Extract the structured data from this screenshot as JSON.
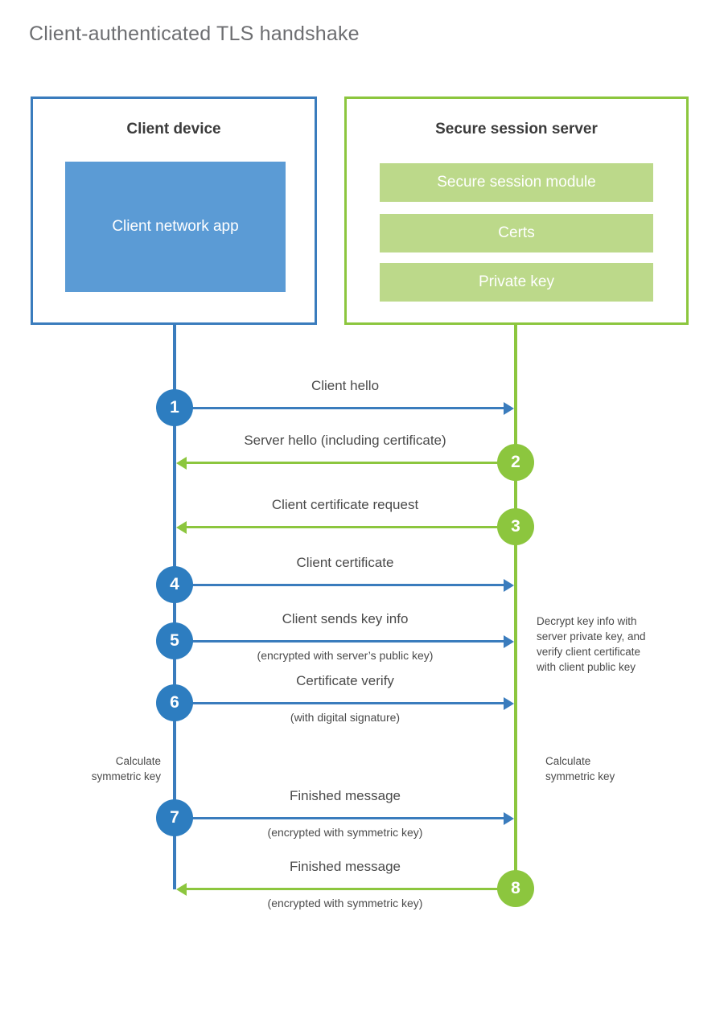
{
  "page": {
    "title": "Client-authenticated TLS handshake"
  },
  "colors": {
    "client_accent": "#3a7cbd",
    "client_circle": "#2d7dc0",
    "client_app_fill": "#5b9bd5",
    "server_accent": "#8cc63e",
    "server_module_fill": "#bcd98a",
    "title_text": "#6d6e71",
    "body_text": "#4a4a4a"
  },
  "client": {
    "title": "Client device",
    "app_label": "Client network app"
  },
  "server": {
    "title": "Secure session server",
    "modules": [
      {
        "label": "Secure session module"
      },
      {
        "label": "Certs"
      },
      {
        "label": "Private key"
      }
    ]
  },
  "notes": {
    "decrypt": "Decrypt key info with\nserver private key, and\nverify client certificate\nwith client public key",
    "calculate_client": "Calculate\nsymmetric key",
    "calculate_server": "Calculate\nsymmetric key"
  },
  "steps": [
    {
      "number": "1",
      "label": "Client hello",
      "sublabel": "",
      "from": "client",
      "to": "server",
      "color": "blue"
    },
    {
      "number": "2",
      "label": "Server hello (including certificate)",
      "sublabel": "",
      "from": "server",
      "to": "client",
      "color": "green"
    },
    {
      "number": "3",
      "label": "Client certificate request",
      "sublabel": "",
      "from": "server",
      "to": "client",
      "color": "green"
    },
    {
      "number": "4",
      "label": "Client certificate",
      "sublabel": "",
      "from": "client",
      "to": "server",
      "color": "blue"
    },
    {
      "number": "5",
      "label": "Client sends key info",
      "sublabel": "(encrypted with server’s public key)",
      "from": "client",
      "to": "server",
      "color": "blue"
    },
    {
      "number": "6",
      "label": "Certificate verify",
      "sublabel": "(with digital signature)",
      "from": "client",
      "to": "server",
      "color": "blue"
    },
    {
      "number": "7",
      "label": "Finished message",
      "sublabel": "(encrypted with symmetric key)",
      "from": "client",
      "to": "server",
      "color": "blue"
    },
    {
      "number": "8",
      "label": "Finished message",
      "sublabel": "(encrypted with symmetric key)",
      "from": "server",
      "to": "client",
      "color": "green"
    }
  ]
}
